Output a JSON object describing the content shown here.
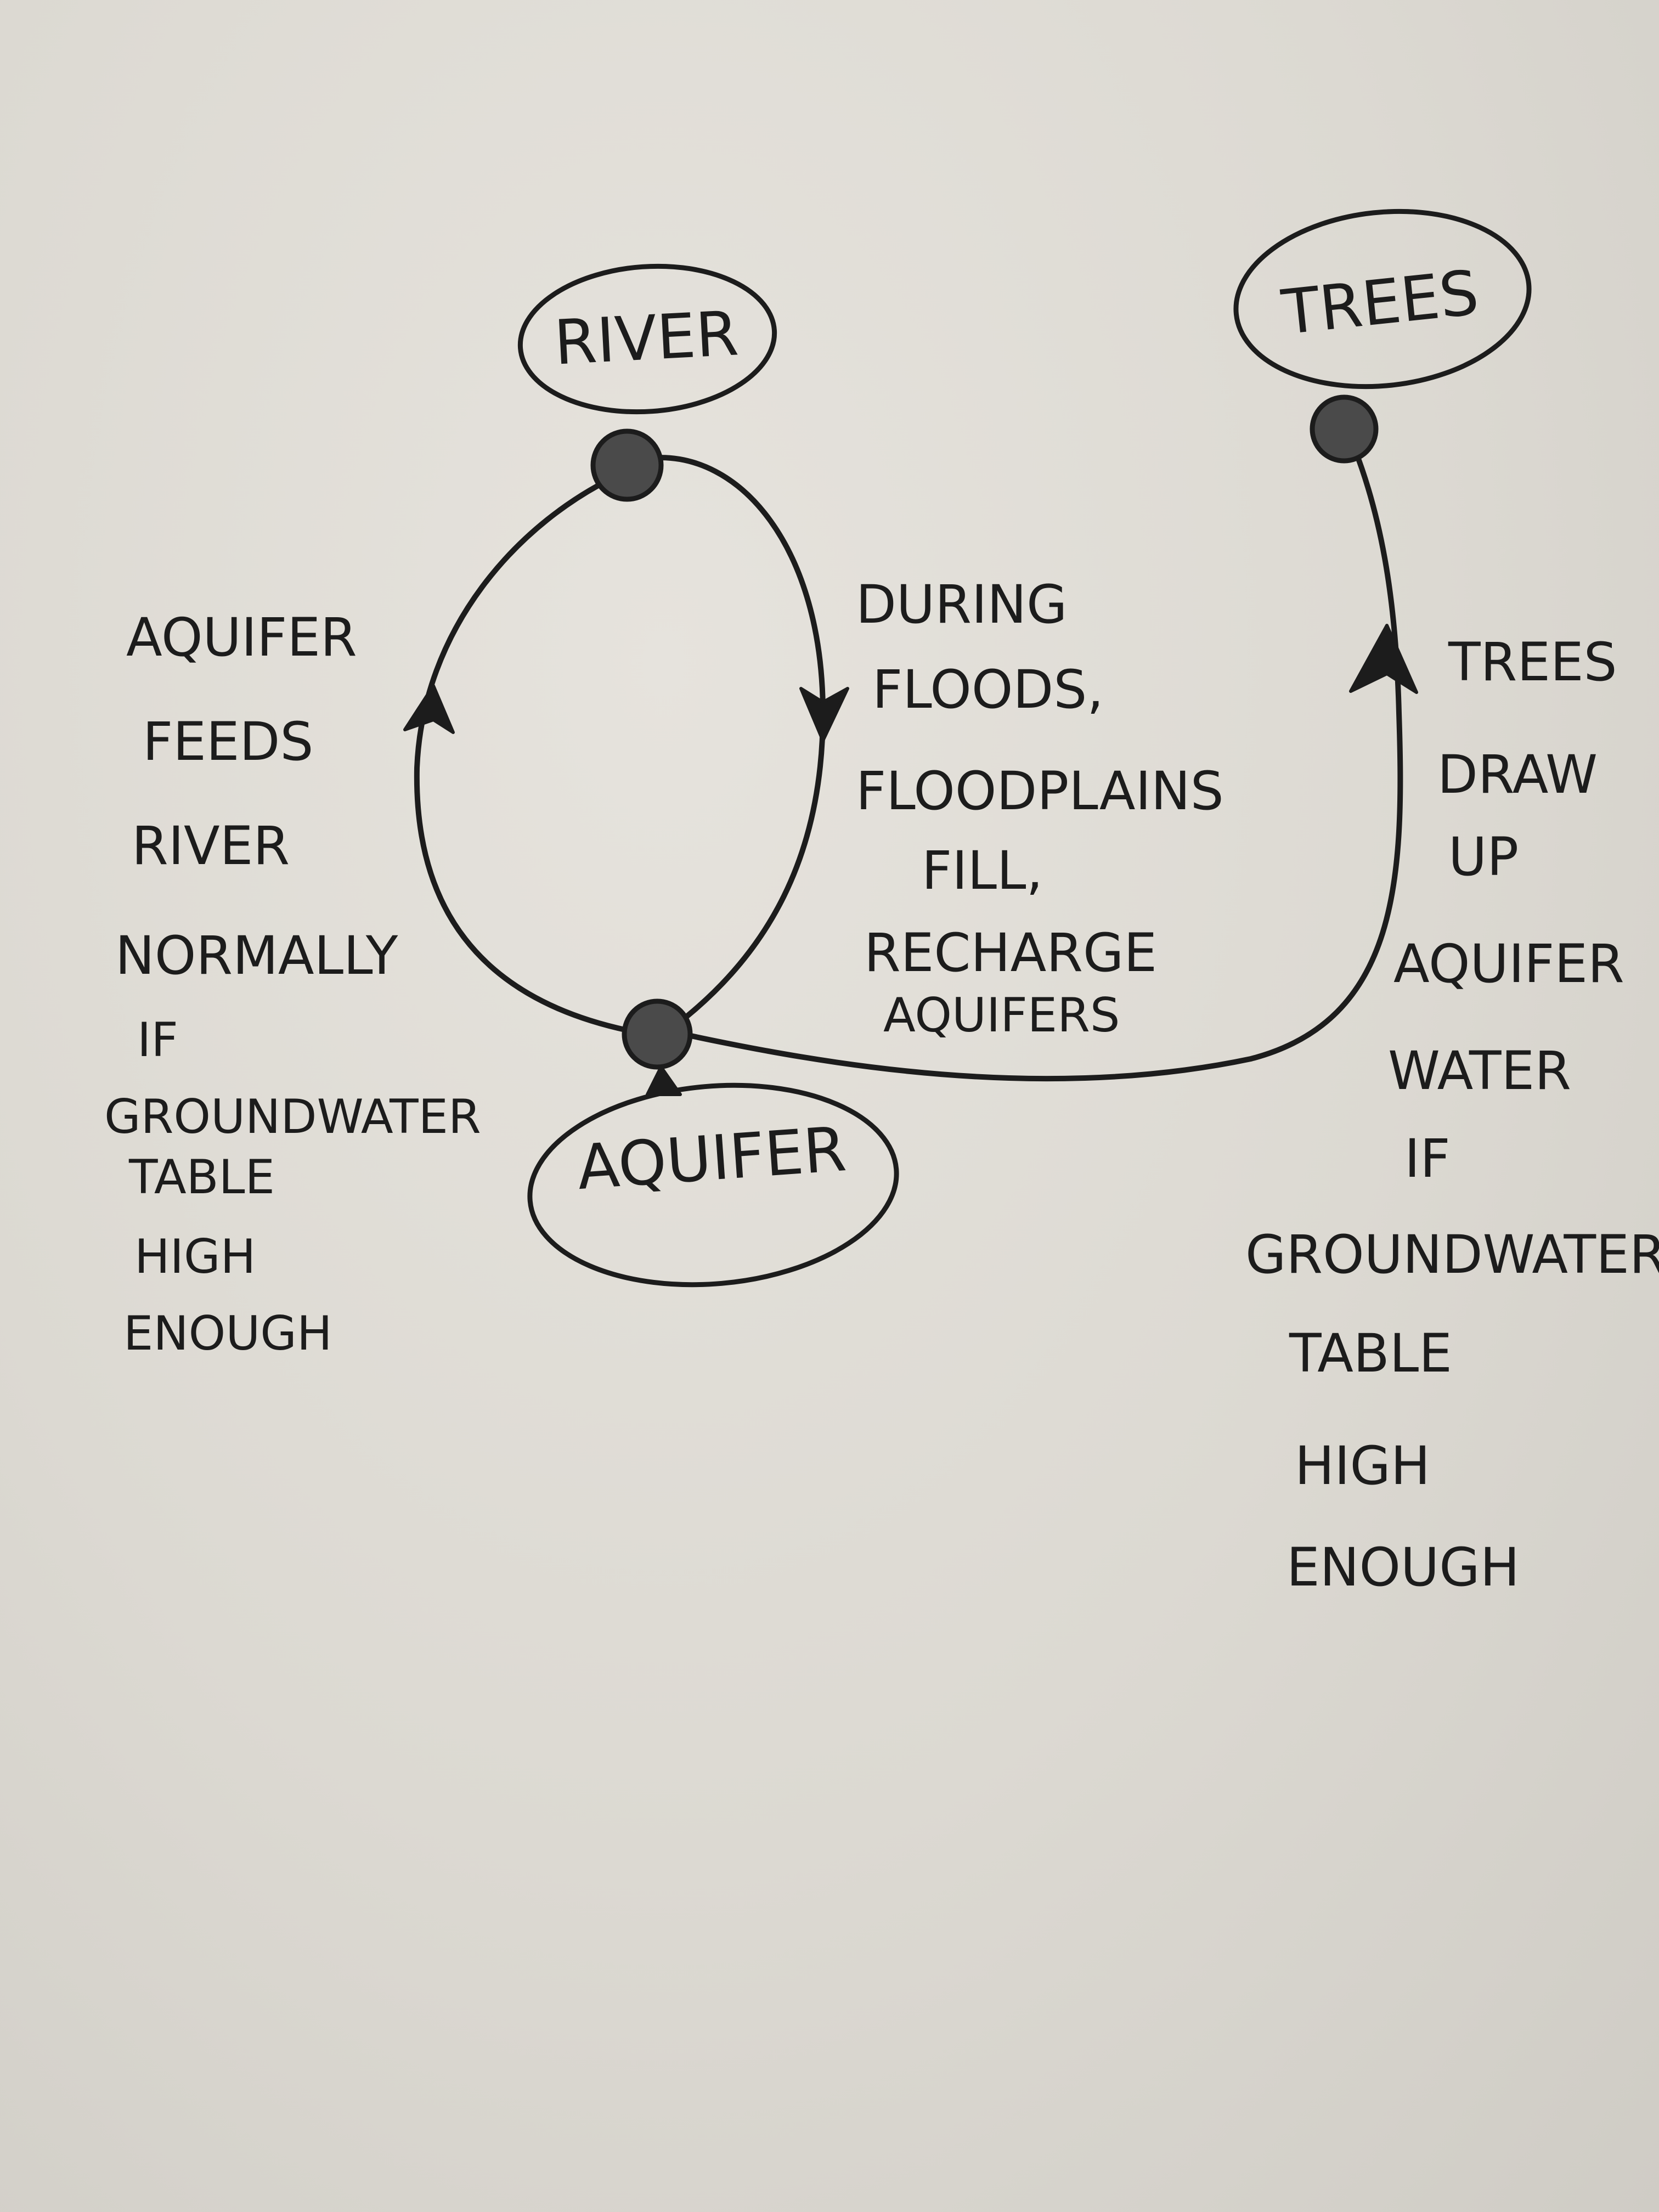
{
  "nodes": {
    "river": "RIVER",
    "trees": "TREES",
    "aquifer": "AQUIFER"
  },
  "notes": {
    "left": [
      "AQUIFER",
      "FEEDS",
      "RIVER",
      "NORMALLY",
      "IF",
      "GROUNDWATER",
      "TABLE",
      "HIGH",
      "ENOUGH"
    ],
    "middle": [
      "DURING",
      "FLOODS,",
      "FLOODPLAINS",
      "FILL,",
      "RECHARGE",
      "AQUIFERS"
    ],
    "right": [
      "TREES",
      "DRAW",
      "UP",
      "AQUIFER",
      "WATER",
      "IF",
      "GROUNDWATER",
      "TABLE",
      "HIGH",
      "ENOUGH"
    ]
  },
  "colors": {
    "ink": "#1c1c1c",
    "paper": "#e2dfd9"
  }
}
